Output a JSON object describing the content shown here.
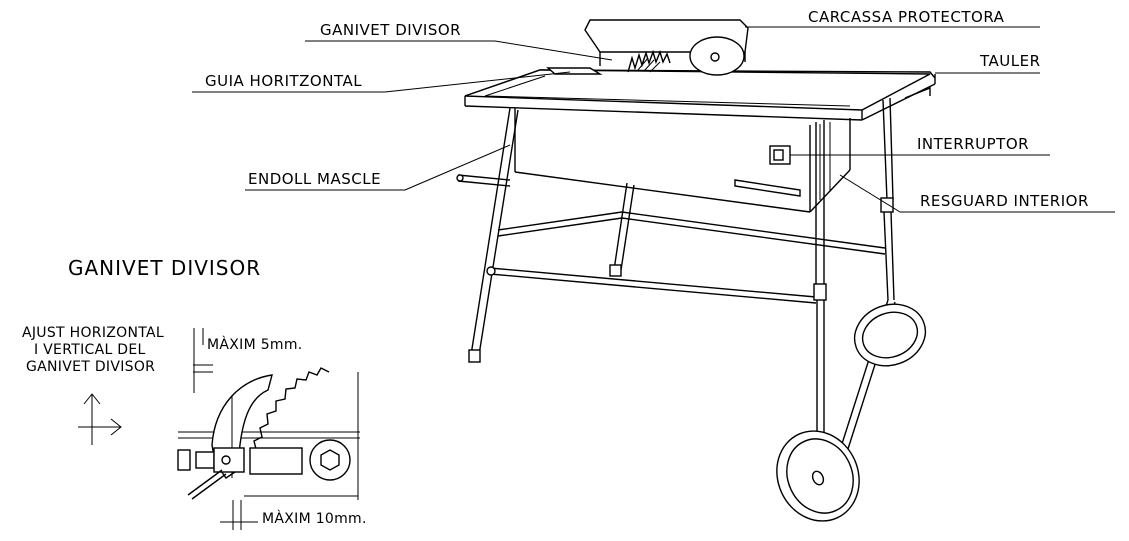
{
  "labels": {
    "ganivet_divisor_top": "GANIVET DIVISOR",
    "carcassa_protectora": "CARCASSA PROTECTORA",
    "tauler": "TAULER",
    "guia_horitzontal": "GUIA HORITZONTAL",
    "interruptor": "INTERRUPTOR",
    "endoll_mascle": "ENDOLL MASCLE",
    "resguard_interior": "RESGUARD INTERIOR"
  },
  "detail": {
    "title": "GANIVET DIVISOR",
    "adjust_line1": "AJUST HORIZONTAL",
    "adjust_line2": "I VERTICAL DEL",
    "adjust_line3": "GANIVET DIVISOR",
    "max_vertical": "MÀXIM 5mm.",
    "max_horizontal": "MÀXIM 10mm."
  },
  "colors": {
    "ink": "#000000",
    "paper": "#ffffff"
  }
}
